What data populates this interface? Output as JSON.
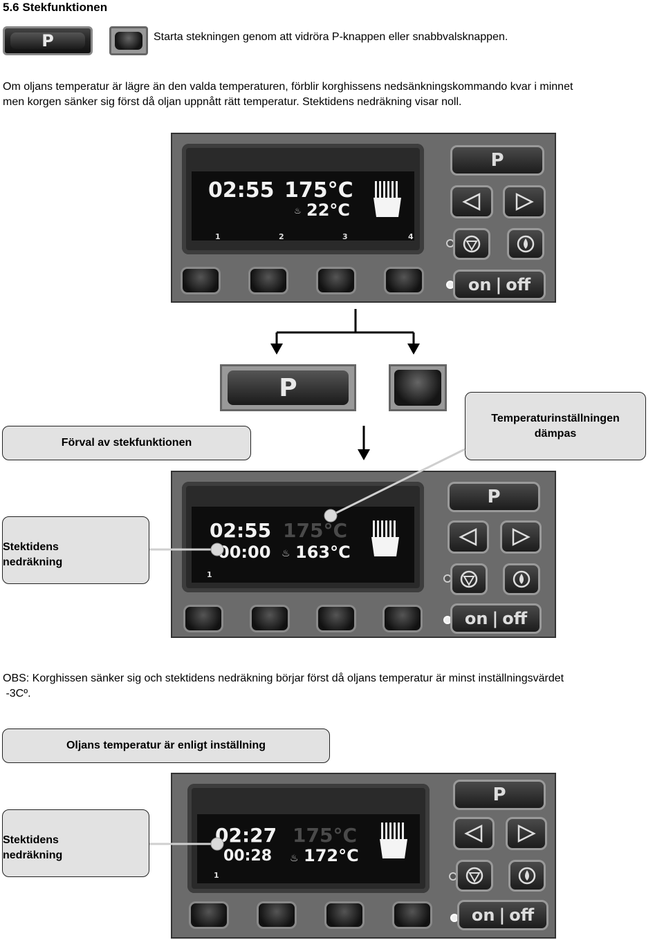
{
  "heading": "5.6 Stekfunktionen",
  "intro_line": "Starta stekningen genom att  vidröra P-knappen eller snabbvalsknappen.",
  "paragraph_line1": "Om oljans temperatur är lägre än den valda temperaturen, förblir korghissens nedsänkningskommando kvar i minnet",
  "paragraph_line2": "men korgen sänker sig först då oljan uppnått rätt temperatur. Stektidens nedräkning visar noll.",
  "p_button_label": "P",
  "panel1": {
    "time": "02:55",
    "set_temp": "175°C",
    "oil_temp": "22°C",
    "slots": [
      "1",
      "2",
      "3",
      "4"
    ]
  },
  "panel2": {
    "time": "02:55",
    "countdown": "00:00",
    "set_temp": "175°C",
    "oil_temp": "163°C",
    "slot": "1"
  },
  "panel3": {
    "time": "02:27",
    "countdown": "00:28",
    "set_temp": "175°C",
    "oil_temp": "172°C",
    "slot": "1"
  },
  "controls": {
    "p_label": "P",
    "on_label": "on",
    "off_label": "off"
  },
  "callouts": {
    "preselect": "Förval av stekfunktionen",
    "temp_dimmed_line1": "Temperaturinställningen",
    "temp_dimmed_line2": "dämpas",
    "countdown_line1": "Stektidens",
    "countdown_line2": "nedräkning",
    "countdown2_line1": "Stektidens",
    "countdown2_line2": "nedräkning",
    "oil_ok": "Oljans temperatur är enligt inställning"
  },
  "note_line1": "OBS: Korghissen sänker sig och stektidens nedräkning börjar först då oljans temperatur är minst inställningsvärdet",
  "note_line2": " -3Cº.",
  "icons": [
    "fryer-basket-icon",
    "heater-icon",
    "arrow-left-icon",
    "arrow-right-icon",
    "drain-icon",
    "oil-drop-icon",
    "arrow-down-icon"
  ]
}
